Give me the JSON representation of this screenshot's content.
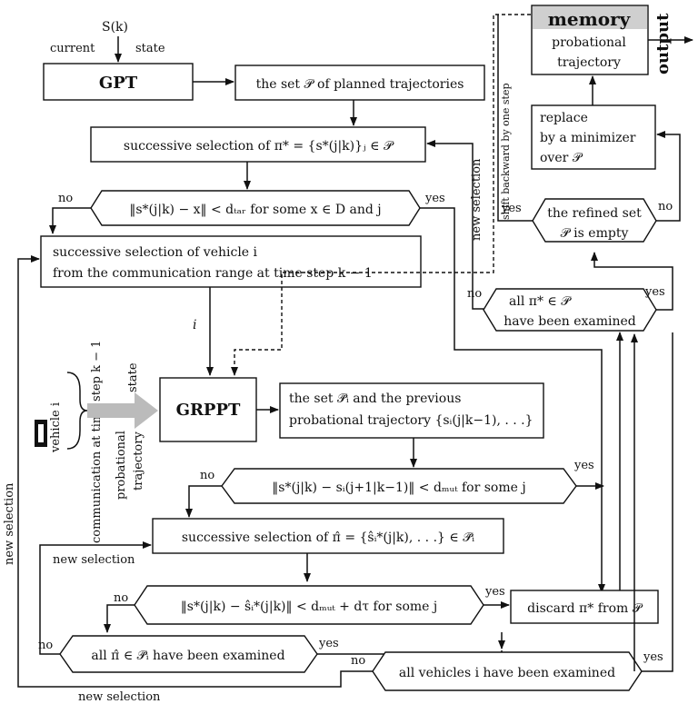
{
  "top": {
    "state": "S(k)",
    "current": "current",
    "state_word": "state"
  },
  "gpt": {
    "label": "GPT"
  },
  "planned": {
    "text": "the set 𝒫 of planned trajectories"
  },
  "succ_pi": {
    "text": "successive selection of π* = {s*(j|k)}ⱼ ∈ 𝒫"
  },
  "cond_tar": {
    "text": "‖s*(j|k) − x‖ < dₜₐᵣ for some x ∈ D and j",
    "no": "no",
    "yes": "yes"
  },
  "vehicle_sel": {
    "line1": "successive selection of vehicle i",
    "line2": "from the communication range at time step k − 1",
    "out": "i"
  },
  "memory": {
    "title": "memory",
    "line1": "probational",
    "line2": "trajectory",
    "output": "output"
  },
  "replace": {
    "line1": "replace",
    "line2": "by a minimizer",
    "line3": "over 𝒫"
  },
  "refined": {
    "line1": "the refined set",
    "line2": "𝒫 is empty",
    "yes": "yes",
    "no": "no"
  },
  "shift": {
    "text": "shift backward by one step"
  },
  "new_sel_vertical": {
    "text": "new selection"
  },
  "all_pi": {
    "line1": "all π* ∈ 𝒫",
    "line2": "have been examined",
    "no": "no",
    "yes": "yes"
  },
  "vehicle_input": {
    "vehicle": "vehicle i",
    "comm": "communication at time step k − 1",
    "prob1": "probational",
    "prob2": "trajectory",
    "state": "state"
  },
  "grppt": {
    "label": "GRPPT"
  },
  "set_pi": {
    "line1": "the set 𝒫̃ᵢ and the previous",
    "line2": "probational trajectory {sᵢ(j|k−1), . . .}"
  },
  "cond_mut": {
    "text": "‖s*(j|k) − sᵢ(j+1|k−1)‖ < dₘᵤₜ for some j",
    "no": "no",
    "yes": "yes"
  },
  "succ_hat": {
    "text": "successive selection of π̂ = {ŝᵢ*(j|k), . . .} ∈ 𝒫̃ᵢ"
  },
  "cond_tau": {
    "text": "‖s*(j|k) − ŝᵢ*(j|k)‖ < dₘᵤₜ + dτ   for some j",
    "no": "no",
    "yes": "yes"
  },
  "discard": {
    "text": "discard π* from 𝒫"
  },
  "all_hat": {
    "text": "all π̂ ∈ 𝒫̃ᵢ have been examined",
    "no": "no",
    "yes": "yes"
  },
  "all_veh": {
    "text": "all vehicles i have been examined",
    "no": "no",
    "yes": "yes"
  },
  "labels": {
    "new_selection_1": "new selection",
    "new_selection_2": "new selection",
    "new_selection_3": "new selection"
  }
}
